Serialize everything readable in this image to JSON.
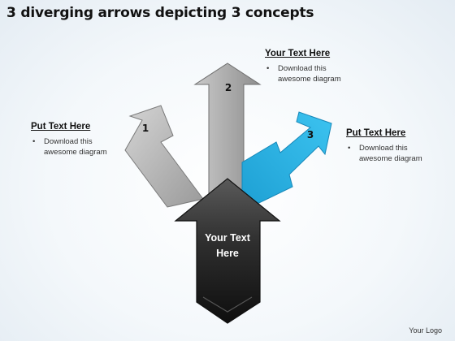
{
  "title": "3 diverging arrows depicting 3 concepts",
  "arrows": [
    {
      "id": "1",
      "label": "1",
      "color": "#bdbdbd"
    },
    {
      "id": "2",
      "label": "2",
      "color": "#a8a8a8"
    },
    {
      "id": "3",
      "label": "3",
      "color": "#29b6e6"
    }
  ],
  "main_arrow": {
    "text_line1": "Your Text",
    "text_line2": "Here",
    "color": "#2a2a2a"
  },
  "callouts": {
    "top": {
      "heading": "Your Text Here",
      "bullet_line1": "Download this",
      "bullet_line2": "awesome diagram"
    },
    "left": {
      "heading": "Put Text Here",
      "bullet_line1": "Download this",
      "bullet_line2": "awesome diagram"
    },
    "right": {
      "heading": "Put Text Here",
      "bullet_line1": "Download this",
      "bullet_line2": "awesome diagram"
    }
  },
  "logo": "Your Logo"
}
